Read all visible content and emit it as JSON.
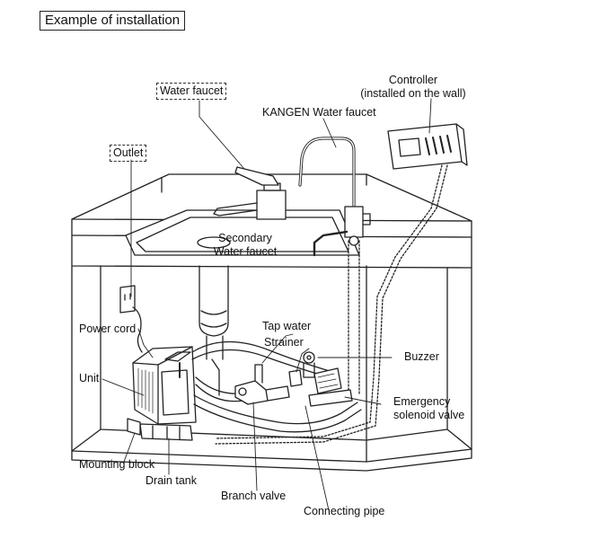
{
  "title": "Example of installation",
  "labels": {
    "water_faucet": "Water faucet",
    "outlet": "Outlet",
    "controller_line1": "Controller",
    "controller_line2": "(installed on the wall)",
    "kangen_faucet": "KANGEN Water faucet",
    "secondary_line1": "Secondary",
    "secondary_line2": "Water faucet",
    "power_cord": "Power cord",
    "tap_water": "Tap water",
    "strainer": "Strainer",
    "buzzer": "Buzzer",
    "unit": "Unit",
    "emergency_line1": "Emergency",
    "emergency_line2": "solenoid valve",
    "mounting_block": "Mounting block",
    "drain_tank": "Drain tank",
    "branch_valve": "Branch valve",
    "connecting_pipe": "Connecting pipe"
  }
}
